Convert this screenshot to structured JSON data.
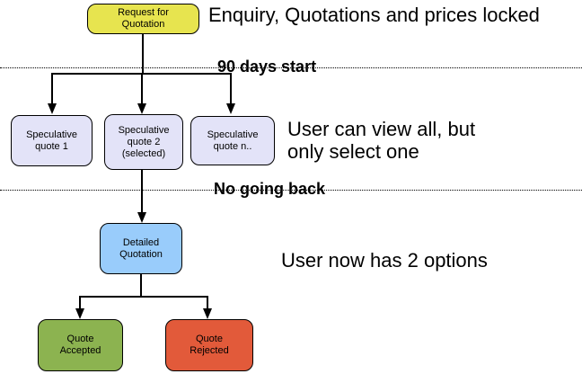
{
  "diagram": {
    "annotations": {
      "top_note": "Enquiry, Quotations and prices locked",
      "phase1_label": "90 days start",
      "select_note": "User can view all, but\nonly select one",
      "phase2_label": "No going back",
      "options_note": "User now has 2 options"
    },
    "nodes": {
      "request": {
        "label": "Request for\nQuotation",
        "color": "#e7e44f"
      },
      "spec1": {
        "label": "Speculative\nquote 1",
        "color": "#e3e3f8"
      },
      "spec2": {
        "label": "Speculative\nquote 2\n(selected)",
        "color": "#e3e3f8"
      },
      "specn": {
        "label": "Speculative\nquote n..",
        "color": "#e3e3f8"
      },
      "detailed": {
        "label": "Detailed\nQuotation",
        "color": "#99ccfb"
      },
      "accepted": {
        "label": "Quote\nAccepted",
        "color": "#8cb350"
      },
      "rejected": {
        "label": "Quote\nRejected",
        "color": "#e25a3a"
      }
    }
  }
}
